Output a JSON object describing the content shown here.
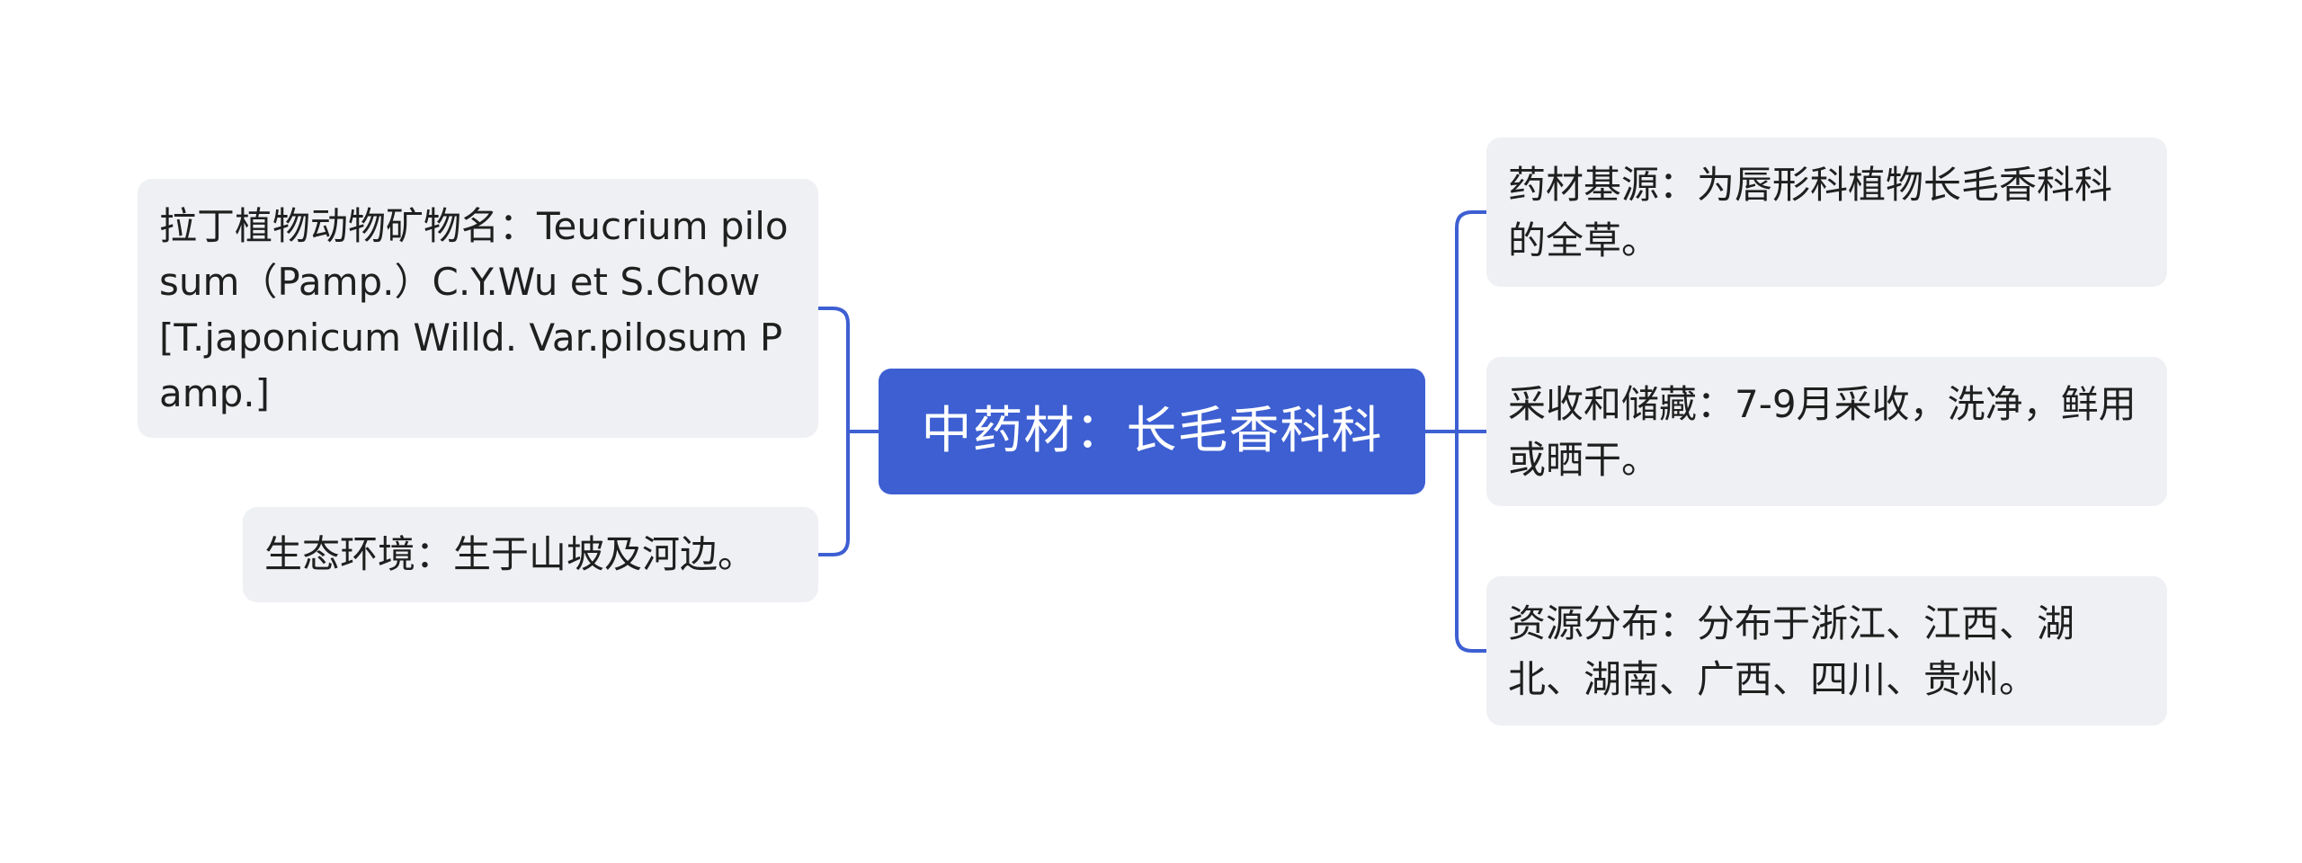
{
  "diagram": {
    "center": {
      "label": "中药材：长毛香科科"
    },
    "left_nodes": [
      {
        "label": "拉丁植物动物矿物名：Teucrium pilosum（Pamp.）C.Y.Wu et S.Chow[T.japonicum Willd. Var.pilosum Pamp.]"
      },
      {
        "label": "生态环境：生于山坡及河边。"
      }
    ],
    "right_nodes": [
      {
        "label": "药材基源：为唇形科植物长毛香科科的全草。"
      },
      {
        "label": "采收和储藏：7-9月采收，洗净，鲜用或晒干。"
      },
      {
        "label": "资源分布：分布于浙江、江西、湖北、湖南、广西、四川、贵州。"
      }
    ]
  },
  "colors": {
    "center_fill": "#3d5fd2",
    "center_text": "#ffffff",
    "node_fill": "#eef0f3",
    "node_text": "#1f1f1f",
    "connector": "#3d5fd2"
  }
}
